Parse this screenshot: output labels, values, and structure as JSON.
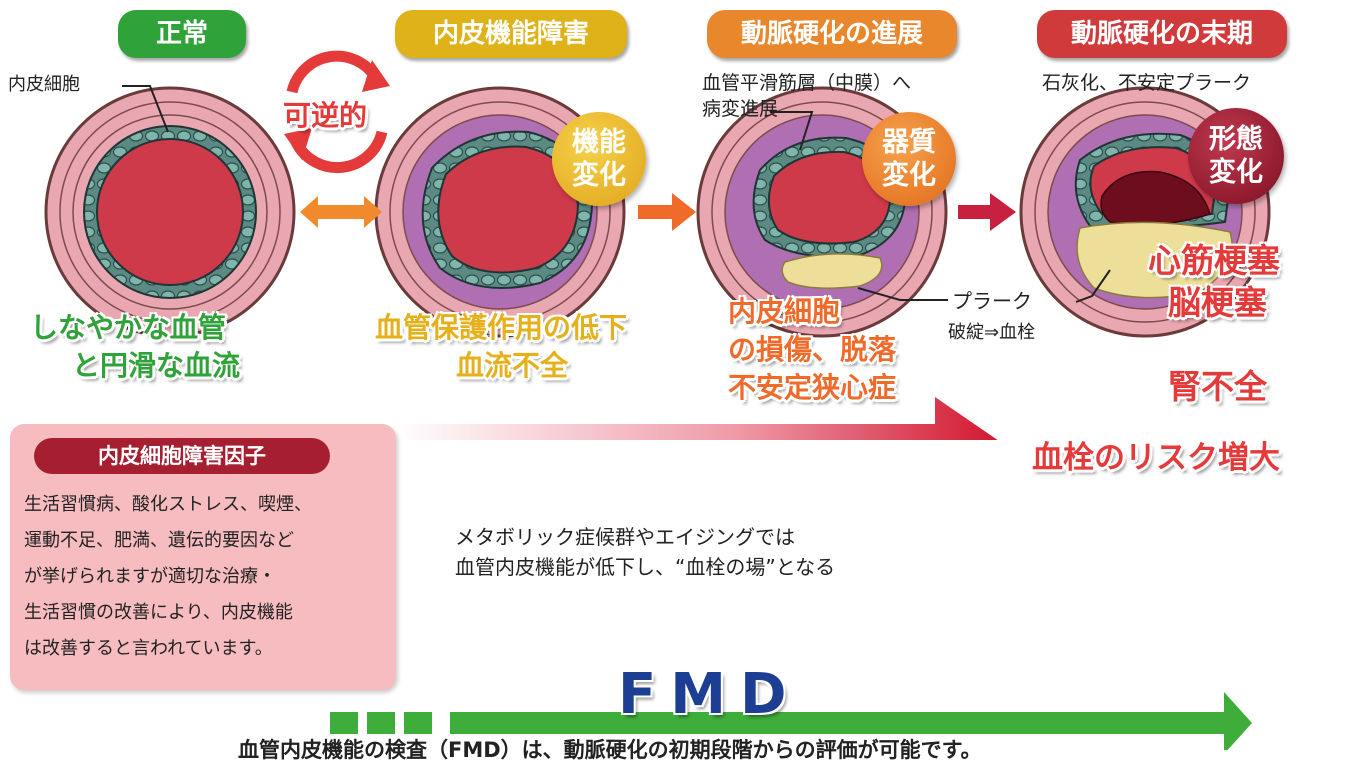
{
  "stages": [
    {
      "label": "正常",
      "color": "#2fa23a"
    },
    {
      "label": "内皮機能障害",
      "color": "#e0b21a"
    },
    {
      "label": "動脈硬化の進展",
      "color": "#e8872c"
    },
    {
      "label": "動脈硬化の末期",
      "color": "#d13a3a"
    }
  ],
  "labels": {
    "endothelial_cell": "内皮細胞",
    "reversible": "可逆的",
    "media_line1": "血管平滑筋層（中膜）へ",
    "media_line2": "病変進展",
    "calcification": "石灰化、不安定プラーク",
    "plaque": "プラーク",
    "rupture": "破綻⇒血栓"
  },
  "badges": {
    "functional": [
      "機能",
      "変化"
    ],
    "organic": [
      "器質",
      "変化"
    ],
    "morphological": [
      "形態",
      "変化"
    ]
  },
  "captions": {
    "normal": [
      "しなやかな血管",
      "と円滑な血流"
    ],
    "dysfunction": [
      "血管保護作用の低下",
      "血流不全"
    ],
    "progress": [
      "内皮細胞",
      "の損傷、脱落",
      "不安定狭心症"
    ],
    "late": [
      "心筋梗塞",
      "脳梗塞"
    ],
    "renal": "腎不全"
  },
  "factor_box": {
    "title": "内皮細胞障害因子",
    "lines": [
      "生活習慣病、酸化ストレス、喫煙、",
      "運動不足、肥満、遺伝的要因など",
      "が挙げられますが適切な治療・",
      "生活習慣の改善により、内皮機能",
      "は改善すると言われています。"
    ]
  },
  "risk": {
    "label": "血栓のリスク増大",
    "note_line1": "メタボリック症候群やエイジングでは",
    "note_line2": "血管内皮機能が低下し、“血栓の場”となる"
  },
  "fmd": {
    "title": "FMD",
    "caption": "血管内皮機能の検査（FMD）は、動脈硬化の初期段階からの評価が可能です。"
  },
  "colors": {
    "green": "#2fa23a",
    "yellow": "#e0b21a",
    "orange": "#e8872c",
    "red": "#d13a3a",
    "navy": "#1c3f94",
    "pink_box": "#f6bcc0"
  }
}
